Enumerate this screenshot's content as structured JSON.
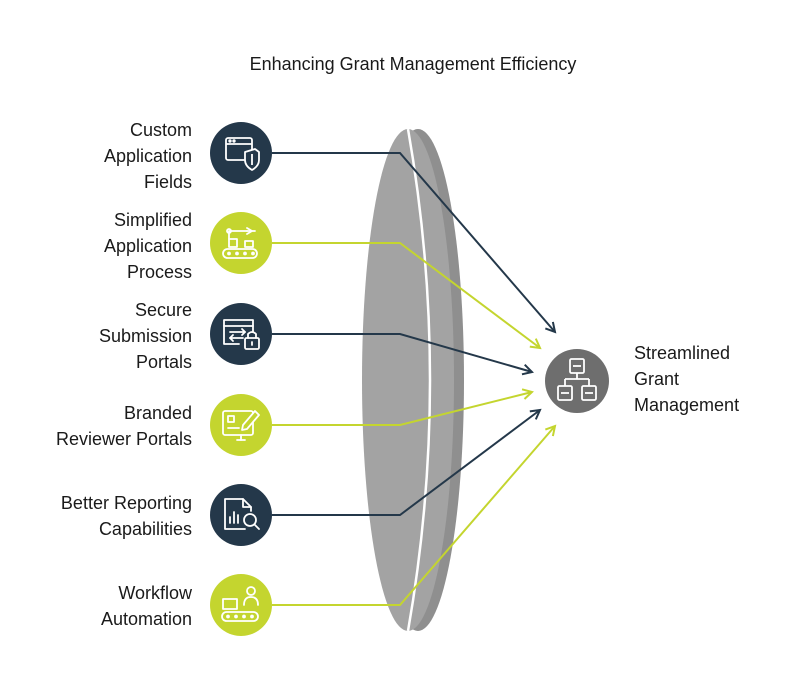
{
  "title": "Enhancing Grant Management Efficiency",
  "colors": {
    "dark": "#24384a",
    "lime": "#c4d52f",
    "lens": "#a3a3a3",
    "hub": "#6e6e6e"
  },
  "inputs": [
    {
      "label": "Custom\nApplication\nFields",
      "icon": "browser-shield-icon",
      "style": "dark"
    },
    {
      "label": "Simplified\nApplication\nProcess",
      "icon": "conveyor-robot-icon",
      "style": "lime"
    },
    {
      "label": "Secure\nSubmission\nPortals",
      "icon": "secure-transfer-icon",
      "style": "dark"
    },
    {
      "label": "Branded\nReviewer Portals",
      "icon": "edit-board-icon",
      "style": "lime"
    },
    {
      "label": "Better Reporting\nCapabilities",
      "icon": "report-search-icon",
      "style": "dark"
    },
    {
      "label": "Workflow\nAutomation",
      "icon": "worker-conveyor-icon",
      "style": "lime"
    }
  ],
  "output": {
    "label": "Streamlined\nGrant\nManagement",
    "icon": "hierarchy-icon"
  }
}
